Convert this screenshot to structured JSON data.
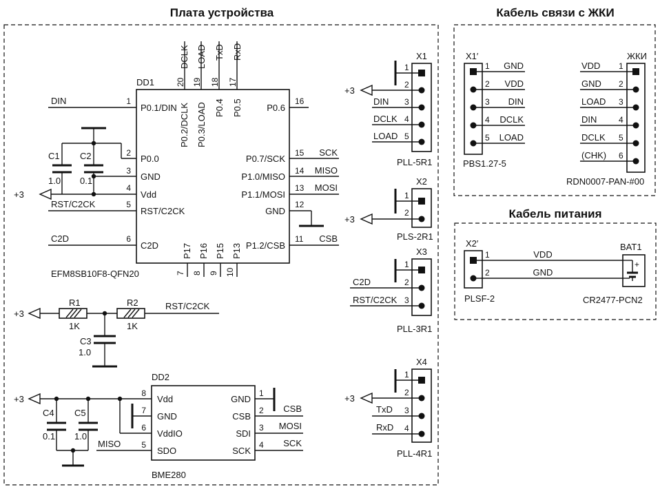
{
  "titles": {
    "board": "Плата устройства",
    "lcd_cable": "Кабель связи с ЖКИ",
    "power_cable": "Кабель питания"
  },
  "dd1": {
    "ref": "DD1",
    "part": "EFM8SB10F8-QFN20",
    "pin_numbers": {
      "p1": "1",
      "p2": "2",
      "p3": "3",
      "p4": "4",
      "p5": "5",
      "p6": "6",
      "p7": "7",
      "p8": "8",
      "p9": "9",
      "p10": "10",
      "p11": "11",
      "p12": "12",
      "p13": "13",
      "p14": "14",
      "p15": "15",
      "p16": "16",
      "p17": "17",
      "p18": "18",
      "p19": "19",
      "p20": "20"
    },
    "pins": {
      "p1": "P0.1/DIN",
      "p2": "P0.0",
      "p3": "GND",
      "p4": "Vdd",
      "p5": "RST/C2CK",
      "p6": "C2D",
      "p7": "P17",
      "p8": "P16",
      "p9": "P15",
      "p10": "P13",
      "p11": "P1.2/CSB",
      "p12": "GND",
      "p13": "P1.1/MOSI",
      "p14": "P1.0/MISO",
      "p15": "P0.7/SCK",
      "p16": "P0.6",
      "p17": "P0.5",
      "p18": "P0.4",
      "p19": "P0.3/LOAD",
      "p20": "P0.2/DCLK"
    },
    "nets": {
      "left1": "DIN",
      "left5": "RST/C2CK",
      "left6": "C2D",
      "right11": "CSB",
      "right13": "MOSI",
      "right14": "MISO",
      "right15": "SCK",
      "top17": "RxD",
      "top18": "TxD",
      "top19": "LOAD",
      "top20": "DCLK"
    }
  },
  "caps": {
    "c1": {
      "ref": "C1",
      "value": "1.0"
    },
    "c2": {
      "ref": "C2",
      "value": "0.1"
    },
    "c3": {
      "ref": "C3",
      "value": "1.0"
    },
    "c4": {
      "ref": "C4",
      "value": "0.1"
    },
    "c5": {
      "ref": "C5",
      "value": "1.0"
    }
  },
  "resistors": {
    "r1": {
      "ref": "R1",
      "value": "1K"
    },
    "r2": {
      "ref": "R2",
      "value": "1K"
    },
    "rst_net": "RST/C2CK"
  },
  "power_symbol": "+3",
  "x1": {
    "ref": "X1",
    "part": "PLL-5R1",
    "pins": [
      "1",
      "2",
      "3",
      "4",
      "5"
    ],
    "nets": {
      "p3": "DIN",
      "p4": "DCLK",
      "p5": "LOAD"
    }
  },
  "x2": {
    "ref": "X2",
    "part": "PLS-2R1",
    "pins": [
      "1",
      "2"
    ]
  },
  "x3": {
    "ref": "X3",
    "part": "PLL-3R1",
    "pins": [
      "1",
      "2",
      "3"
    ],
    "nets": {
      "p2": "C2D",
      "p3": "RST/C2CK"
    }
  },
  "x4": {
    "ref": "X4",
    "part": "PLL-4R1",
    "pins": [
      "1",
      "2",
      "3",
      "4"
    ],
    "nets": {
      "p3": "TxD",
      "p4": "RxD"
    }
  },
  "dd2": {
    "ref": "DD2",
    "part": "BME280",
    "pin_numbers": {
      "p1": "1",
      "p2": "2",
      "p3": "3",
      "p4": "4",
      "p5": "5",
      "p6": "6",
      "p7": "7",
      "p8": "8"
    },
    "pins": {
      "p8": "Vdd",
      "p7": "GND",
      "p6": "VddIO",
      "p5": "SDO",
      "p1": "GND",
      "p2": "CSB",
      "p3": "SDI",
      "p4": "SCK"
    },
    "nets": {
      "p5": "MISO",
      "p2": "CSB",
      "p3": "MOSI",
      "p4": "SCK"
    }
  },
  "lcd_cable": {
    "connector_ref": "X1′",
    "connector_part": "PBS1.27-5",
    "connector_pins": [
      "1",
      "2",
      "3",
      "4",
      "5"
    ],
    "connector_nets": [
      "GND",
      "VDD",
      "DIN",
      "DCLK",
      "LOAD"
    ],
    "lcd_ref": "ЖКИ",
    "lcd_part": "RDN0007-PAN-#00",
    "lcd_pins": [
      "1",
      "2",
      "3",
      "4",
      "5",
      "6"
    ],
    "lcd_nets": [
      "VDD",
      "GND",
      "LOAD",
      "DIN",
      "DCLK",
      "(CHK)"
    ]
  },
  "power_cable": {
    "connector_ref": "X2′",
    "connector_part": "PLSF-2",
    "pins": [
      "1",
      "2"
    ],
    "nets": [
      "VDD",
      "GND"
    ],
    "battery_ref": "BAT1",
    "battery_part": "CR2477-PCN2",
    "battery_plus": "+"
  }
}
